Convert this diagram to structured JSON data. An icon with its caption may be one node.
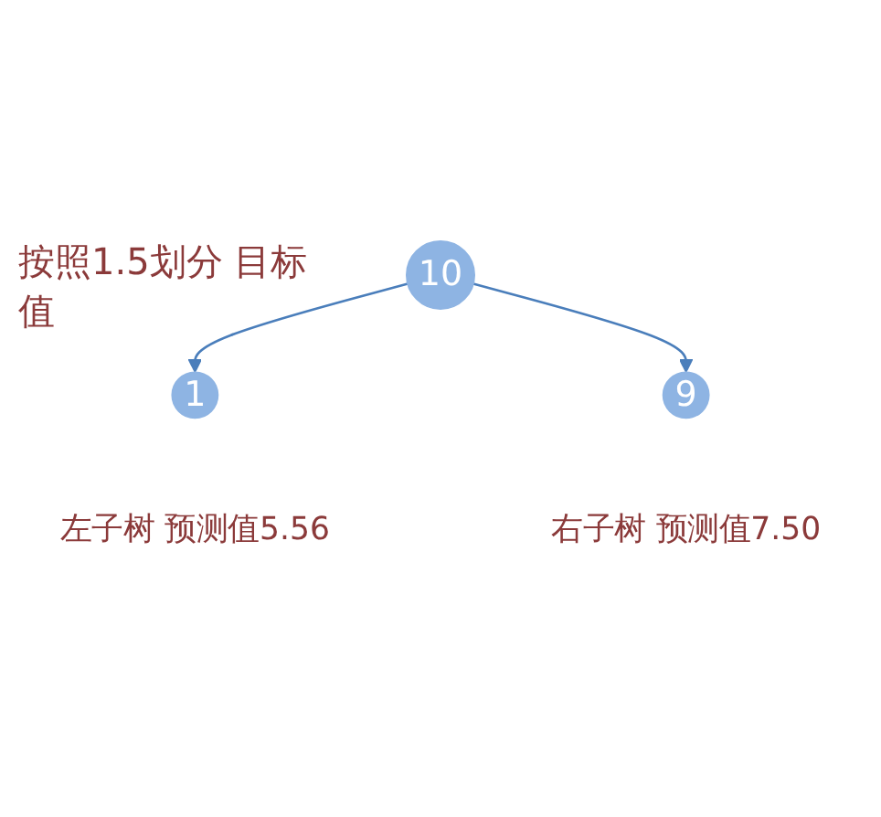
{
  "diagram": {
    "nodes": [
      {
        "text": [
          "10"
        ]
      },
      {
        "text": [
          "1"
        ],
        "beside": [
          "左子树 预测值5.56"
        ]
      },
      {
        "text": [
          "9"
        ],
        "beside": [
          "右子树 预测值7.50"
        ]
      }
    ],
    "edges": [
      {
        "from": 0,
        "to": 1,
        "arrow": "to"
      },
      {
        "from": 0,
        "to": 2,
        "arrow": "to"
      }
    ],
    "labels": [
      "按照1.5划分 目标值"
    ]
  }
}
